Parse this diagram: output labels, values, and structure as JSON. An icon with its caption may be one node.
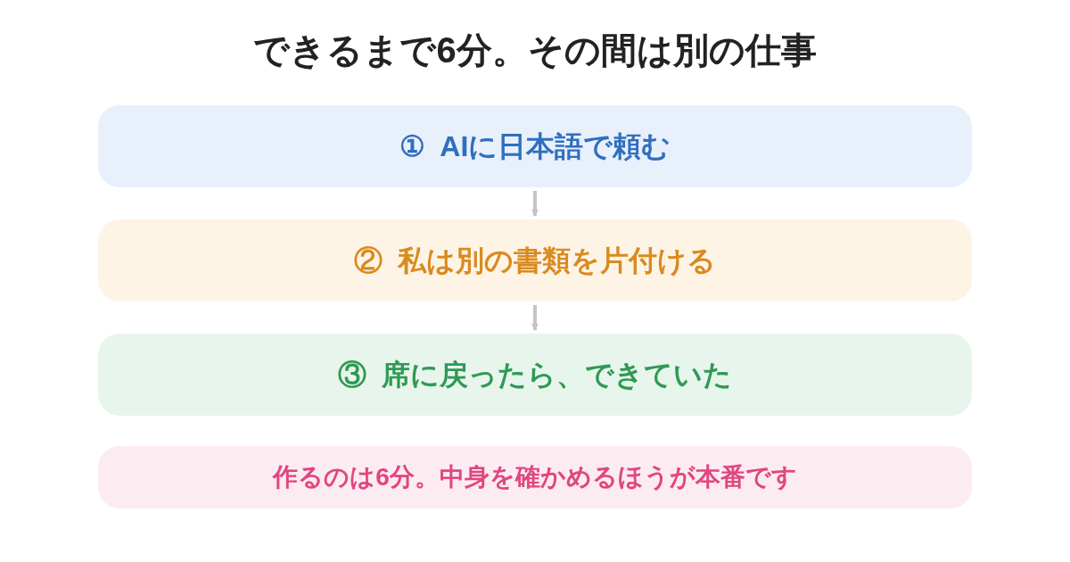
{
  "diagram": {
    "title": "できるまで6分。その間は別の仕事",
    "nodes": [
      {
        "text": [
          "①  AIに日本語で頼む"
        ]
      },
      {
        "text": [
          "②  私は別の書類を片付ける"
        ]
      },
      {
        "text": [
          "③  席に戻ったら、できていた"
        ]
      },
      {
        "text": [
          "作るのは6分。中身を確かめるほうが本番です"
        ]
      }
    ],
    "edges": [
      {
        "from": 0,
        "to": 1,
        "arrow": "to"
      },
      {
        "from": 1,
        "to": 2,
        "arrow": "to"
      }
    ]
  }
}
